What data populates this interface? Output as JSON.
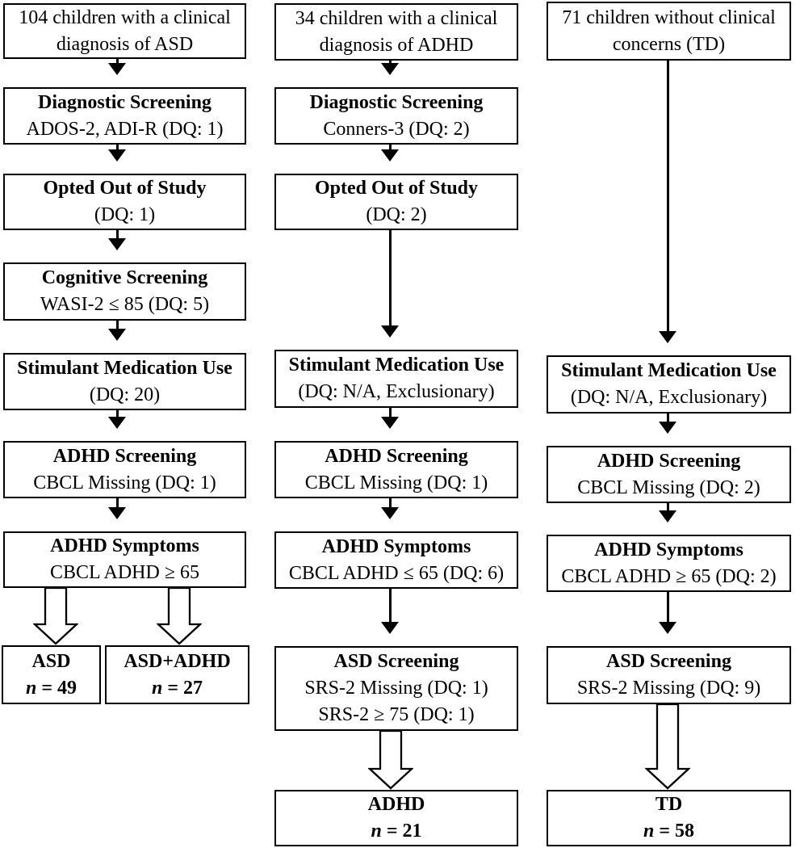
{
  "colors": {
    "ink": "#000000",
    "paper": "#ffffff"
  },
  "columns": [
    {
      "group": "ASD",
      "entry": {
        "line1": "104 children with a clinical",
        "line2": "diagnosis of ASD"
      },
      "steps": [
        {
          "title": "Diagnostic Screening",
          "detail": "ADOS-2, ADI-R (DQ: 1)"
        },
        {
          "title": "Opted Out of Study",
          "detail": "(DQ: 1)"
        },
        {
          "title": "Cognitive Screening",
          "detail": "WASI-2 ≤ 85 (DQ: 5)"
        },
        {
          "title": "Stimulant Medication Use",
          "detail": "(DQ: 20)"
        },
        {
          "title": "ADHD Screening",
          "detail": "CBCL Missing (DQ: 1)"
        },
        {
          "title": "ADHD Symptoms",
          "detail": "CBCL ADHD ≥ 65"
        }
      ],
      "outcomes": [
        {
          "label": "ASD",
          "n_italic": "n",
          "n_rest": "= 49"
        },
        {
          "label": "ASD+ADHD",
          "n_italic": "n",
          "n_rest": "= 27"
        }
      ]
    },
    {
      "group": "ADHD",
      "entry": {
        "line1": "34 children with a clinical",
        "line2": "diagnosis of ADHD"
      },
      "steps": [
        {
          "title": "Diagnostic Screening",
          "detail": "Conners-3 (DQ: 2)"
        },
        {
          "title": "Opted Out of Study",
          "detail": "(DQ: 2)"
        },
        {
          "title": "Stimulant Medication Use",
          "detail": "(DQ: N/A, Exclusionary)"
        },
        {
          "title": "ADHD Screening",
          "detail": "CBCL Missing (DQ: 1)"
        },
        {
          "title": "ADHD Symptoms",
          "detail": "CBCL ADHD ≤ 65 (DQ: 6)"
        },
        {
          "title": "ASD Screening",
          "detail": "SRS-2 Missing (DQ: 1)",
          "detail2": "SRS-2 ≥ 75 (DQ: 1)"
        }
      ],
      "outcomes": [
        {
          "label": "ADHD",
          "n_italic": "n",
          "n_rest": "= 21"
        }
      ]
    },
    {
      "group": "TD",
      "entry": {
        "line1": "71 children without clinical",
        "line2": "concerns (TD)"
      },
      "steps": [
        {
          "title": "Stimulant Medication Use",
          "detail": "(DQ: N/A, Exclusionary)"
        },
        {
          "title": "ADHD Screening",
          "detail": "CBCL Missing (DQ: 2)"
        },
        {
          "title": "ADHD Symptoms",
          "detail": "CBCL ADHD ≥ 65 (DQ: 2)"
        },
        {
          "title": "ASD Screening",
          "detail": "SRS-2 Missing (DQ: 9)"
        }
      ],
      "outcomes": [
        {
          "label": "TD",
          "n_italic": "n",
          "n_rest": "= 58"
        }
      ]
    }
  ]
}
